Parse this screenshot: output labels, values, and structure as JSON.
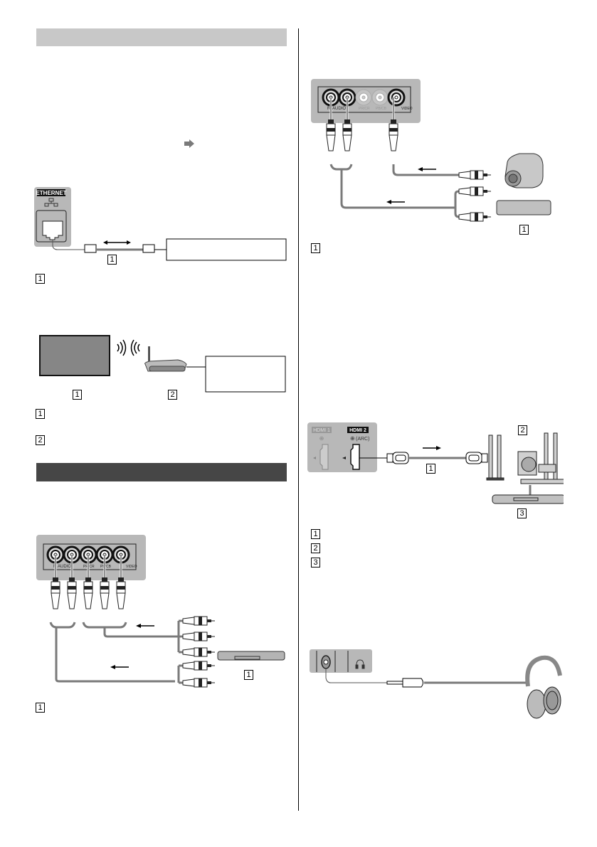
{
  "page": {
    "left_column": {
      "section1_header": "",
      "section2_header": ""
    }
  },
  "ethernet_diagram": {
    "port_label": "ETHERNET",
    "cable_callout": "1",
    "device_box_text": ""
  },
  "ethernet_legend": [
    {
      "num": "1",
      "text": ""
    }
  ],
  "wireless_diagram": {
    "tv_callout": "1",
    "router_callout": "2",
    "device_box_text": ""
  },
  "wireless_legend": [
    {
      "num": "1",
      "text": ""
    },
    {
      "num": "2",
      "text": ""
    }
  ],
  "component_diagram": {
    "jack_labels": [
      "R",
      "AUDIO",
      "L",
      "PR/CR",
      "PB/CB",
      "Y",
      "VIDEO"
    ],
    "device_callout": "1"
  },
  "component_legend": [
    {
      "num": "1",
      "text": ""
    }
  ],
  "composite_diagram": {
    "jack_labels": [
      "R",
      "AUDIO",
      "L",
      "PR/CR",
      "PB/CB",
      "Y",
      "VIDEO"
    ],
    "device_callout": "1"
  },
  "composite_legend": [
    {
      "num": "1",
      "text": ""
    }
  ],
  "hdmi_diagram": {
    "port1_label": "HDMI 1",
    "port2_label": "HDMI 2",
    "arc_label": "(ARC)",
    "cable_callout": "1",
    "speaker_callout": "2",
    "amp_callout": "3"
  },
  "hdmi_legend": [
    {
      "num": "1",
      "text": ""
    },
    {
      "num": "2",
      "text": ""
    },
    {
      "num": "3",
      "text": ""
    }
  ],
  "headphone_diagram": {
    "port_icon": "headphone-icon"
  },
  "colors": {
    "panel_gray": "#b4b4b4",
    "cable_gray": "#7a7a7a",
    "header_light": "#c8c8c8",
    "header_dark": "#464646",
    "tv_fill": "#868686"
  }
}
